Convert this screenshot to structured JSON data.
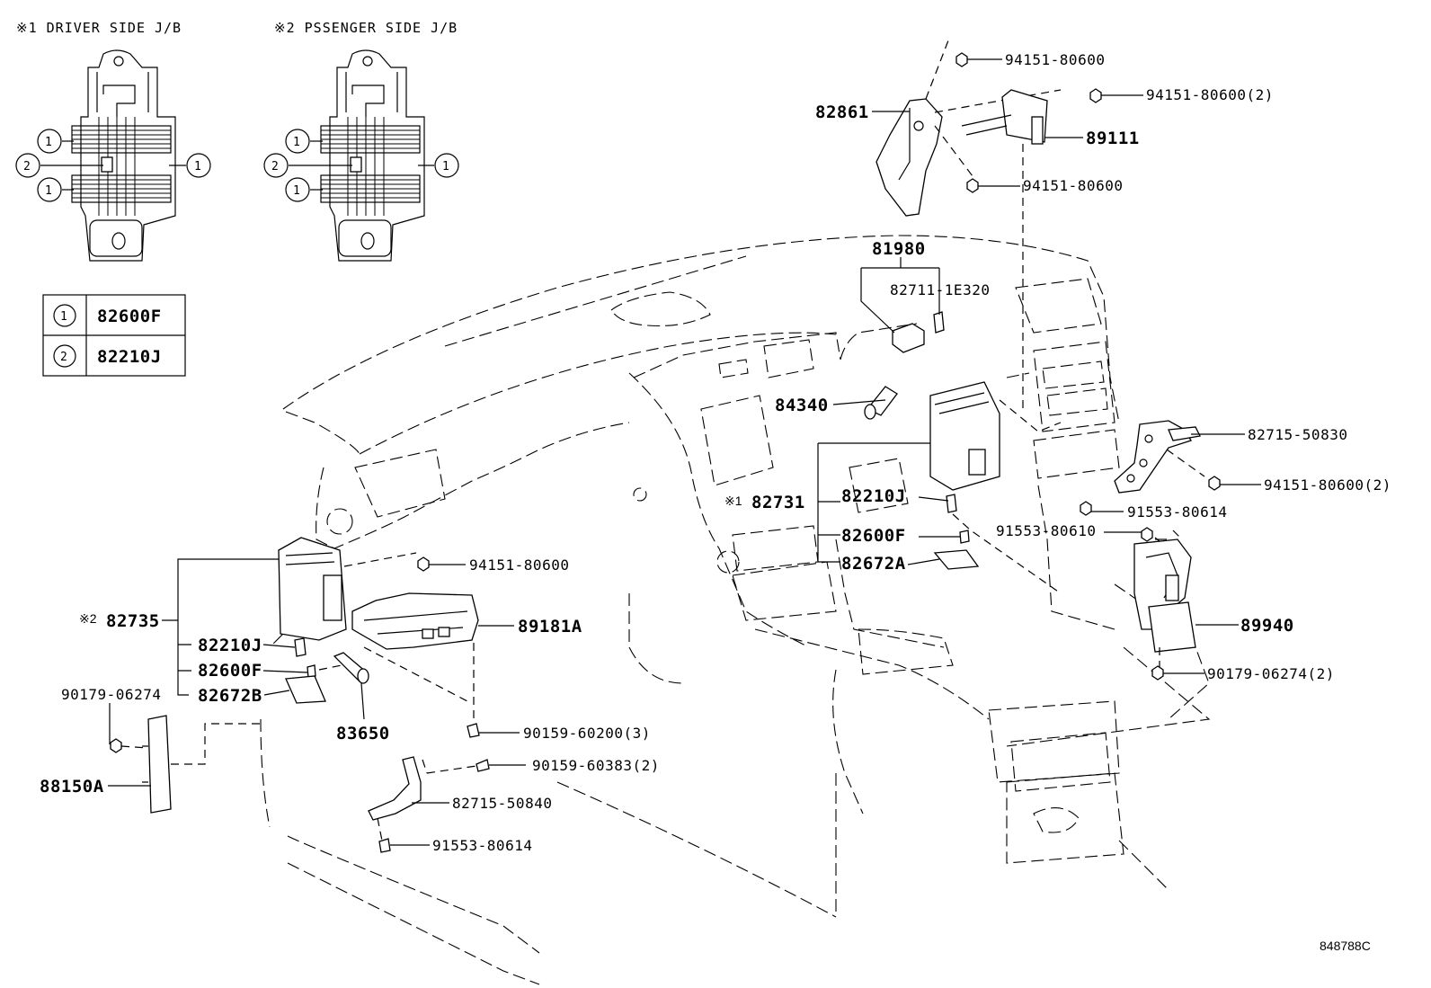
{
  "headers": {
    "driver": "※1 DRIVER SIDE J/B",
    "passenger": "※2 PSSENGER SIDE J/B"
  },
  "legend": [
    {
      "mark": "1",
      "part": "82600F"
    },
    {
      "mark": "2",
      "part": "82210J"
    }
  ],
  "callout_marks": {
    "one": "1",
    "two": "2"
  },
  "ref_marks": {
    "one": "※1",
    "two": "※2"
  },
  "labels": {
    "p82861": "82861",
    "p89111": "89111",
    "p94151_top": "94151-80600",
    "p94151_2_top": "94151-80600(2)",
    "p94151_mid": "94151-80600",
    "p81980": "81980",
    "p82711": "82711-1E320",
    "p84340": "84340",
    "p82731": "82731",
    "p82210J_c": "82210J",
    "p82600F_c": "82600F",
    "p82672A": "82672A",
    "p82715_50830": "82715-50830",
    "p94151_2_r": "94151-80600(2)",
    "p91553_80614_r": "91553-80614",
    "p91553_80610": "91553-80610",
    "p89940": "89940",
    "p90179_2": "90179-06274(2)",
    "p94151_l": "94151-80600",
    "p82735": "82735",
    "p89181A": "89181A",
    "p82210J_l": "82210J",
    "p82600F_l": "82600F",
    "p82672B": "82672B",
    "p90179_l": "90179-06274",
    "p83650": "83650",
    "p90159_3": "90159-60200(3)",
    "p90159_2": "90159-60383(2)",
    "p88150A": "88150A",
    "p82715_50840": "82715-50840",
    "p91553_80614_b": "91553-80614"
  },
  "reference_code": "848788C"
}
